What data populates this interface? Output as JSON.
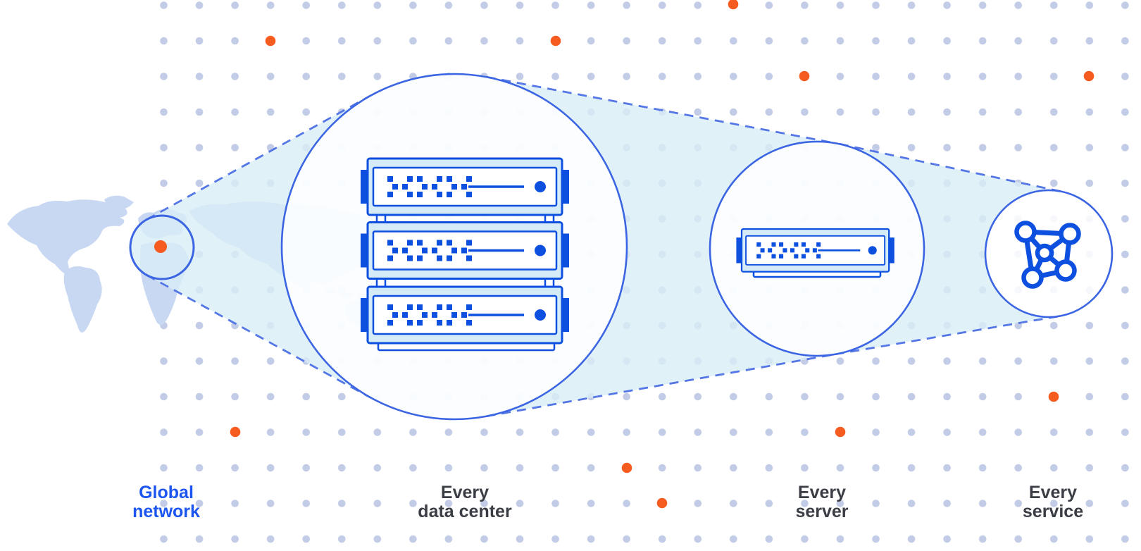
{
  "diagram": {
    "stages": [
      {
        "id": "global-network",
        "icon": "world-map-location",
        "label_line1": "Global",
        "label_line2": "network"
      },
      {
        "id": "data-center",
        "icon": "server-rack-3u",
        "label_line1": "Every",
        "label_line2": "data center"
      },
      {
        "id": "server",
        "icon": "server-1u",
        "label_line1": "Every",
        "label_line2": "server"
      },
      {
        "id": "service",
        "icon": "network-mesh",
        "label_line1": "Every",
        "label_line2": "service"
      }
    ]
  },
  "colors": {
    "bg": "#ffffff",
    "blue": "#0d4fdf",
    "circle-stroke": "#3b65e2",
    "dash": "#5577e6",
    "beam": "#d9eef6",
    "map": "#c9d8f2",
    "server-light": "#d5ecf8",
    "dot": "#c3cce6",
    "orange": "#f65b20",
    "text-dark": "#3a3d44",
    "text-blue": "#1c55ef"
  }
}
